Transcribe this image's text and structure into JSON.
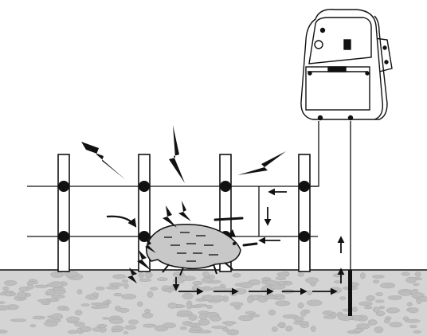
{
  "diagram": {
    "subject": "electric-fence-animal-shock-circuit",
    "components": [
      "energizer",
      "fence-posts",
      "live-wires",
      "insulators",
      "ground-rod",
      "animal",
      "ground-soil",
      "current-arrows",
      "lightning-bolts"
    ],
    "colors": {
      "stroke": "#111111",
      "soil": "#d2d2d2",
      "stone": "#bdbdbd",
      "background": "#ffffff"
    }
  }
}
